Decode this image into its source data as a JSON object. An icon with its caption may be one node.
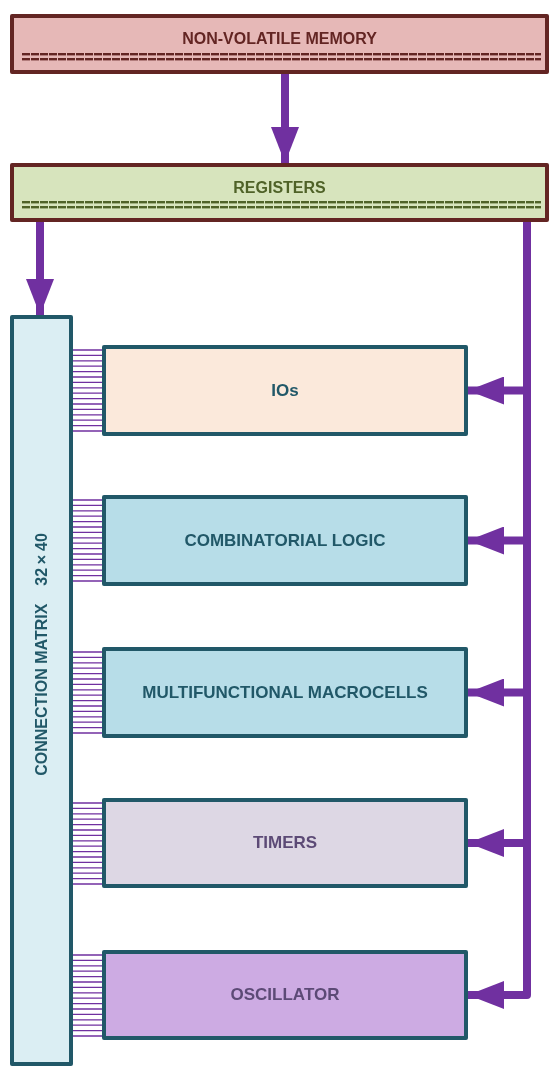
{
  "diagram": {
    "nodes": [
      {
        "text": [
          "NON-VOLATILE MEMORY"
        ]
      },
      {
        "text": [
          "REGISTERS"
        ]
      },
      {
        "text": [
          "CONNECTION MATRIX",
          "32×40"
        ]
      },
      {
        "text": [
          "IOs"
        ]
      },
      {
        "text": [
          "COMBINATORIAL LOGIC"
        ]
      },
      {
        "text": [
          "MULTIFUNCTIONAL MACROCELLS"
        ]
      },
      {
        "text": [
          "TIMERS"
        ]
      },
      {
        "text": [
          "OSCILLATOR"
        ]
      }
    ],
    "edges": [
      {
        "from": 0,
        "to": 1,
        "arrow": "to"
      },
      {
        "from": 1,
        "to": 2,
        "arrow": "to"
      },
      {
        "from": 1,
        "to": 3,
        "arrow": "to"
      },
      {
        "from": 1,
        "to": 4,
        "arrow": "to"
      },
      {
        "from": 1,
        "to": 5,
        "arrow": "to"
      },
      {
        "from": 1,
        "to": 6,
        "arrow": "to"
      },
      {
        "from": 1,
        "to": 7,
        "arrow": "to"
      },
      {
        "from": 2,
        "to": 3,
        "arrow": "none"
      },
      {
        "from": 2,
        "to": 4,
        "arrow": "none"
      },
      {
        "from": 2,
        "to": 5,
        "arrow": "none"
      },
      {
        "from": 2,
        "to": 6,
        "arrow": "none"
      },
      {
        "from": 2,
        "to": 7,
        "arrow": "none"
      }
    ]
  }
}
